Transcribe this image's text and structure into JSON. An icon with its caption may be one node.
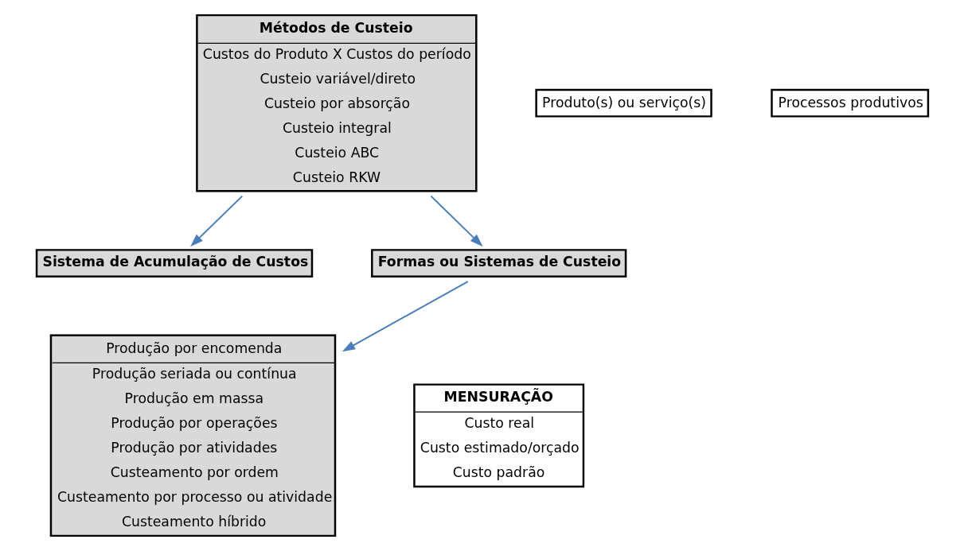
{
  "diagram": {
    "nodes": [
      {
        "text": [
          "Métodos de Custeio",
          "Custos do Produto X Custos do período",
          "Custeio variável/direto",
          "Custeio por absorção",
          "Custeio integral",
          "Custeio ABC",
          "Custeio RKW"
        ]
      },
      {
        "text": [
          "Produto(s) ou serviço(s)"
        ]
      },
      {
        "text": [
          "Processos produtivos"
        ]
      },
      {
        "text": [
          "Sistema de Acumulação de Custos"
        ]
      },
      {
        "text": [
          "Produção por encomenda",
          "Produção seriada ou contínua",
          "Produção em massa",
          "Produção por operações",
          "Produção por atividades",
          "Custeamento por ordem",
          "Custeamento por processo ou atividade",
          "Custeamento híbrido"
        ]
      },
      {
        "text": [
          "Formas ou Sistemas de Custeio"
        ]
      },
      {
        "text": [
          "MENSURAÇÃO",
          "Custo real",
          "Custo estimado/orçado",
          "Custo padrão"
        ]
      }
    ],
    "edges": [
      {
        "from": 0,
        "to": 3,
        "arrow": "to"
      },
      {
        "from": 0,
        "to": 5,
        "arrow": "to"
      },
      {
        "from": 5,
        "to": 4,
        "arrow": "to"
      }
    ]
  }
}
